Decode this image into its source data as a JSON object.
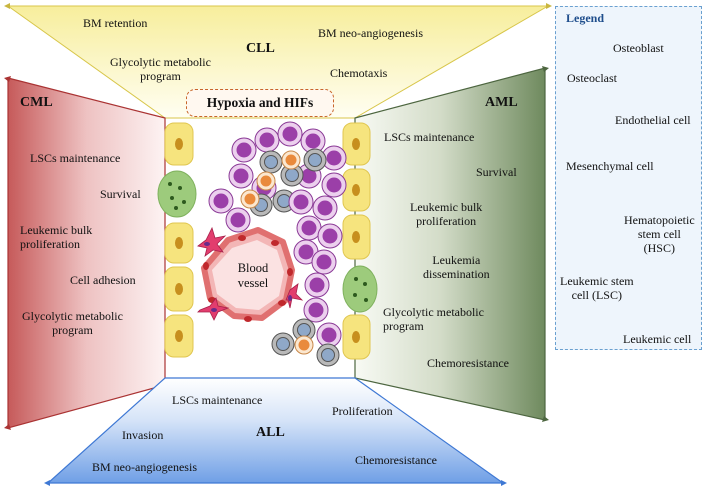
{
  "center": {
    "label": "Hypoxia and HIFs",
    "vessel": "Blood\nvessel"
  },
  "cll": {
    "title": "CLL",
    "items": [
      "BM retention",
      "BM neo-angiogenesis",
      "Glycolytic metabolic\nprogram",
      "Chemotaxis"
    ]
  },
  "cml": {
    "title": "CML",
    "items": [
      "LSCs maintenance",
      "Survival",
      "Leukemic bulk\nproliferation",
      "Cell adhesion",
      "Glycolytic metabolic\nprogram"
    ]
  },
  "aml": {
    "title": "AML",
    "items": [
      "LSCs maintenance",
      "Survival",
      "Leukemic bulk\nproliferation",
      "Leukemia\ndissemination",
      "Glycolytic metabolic\nprogram",
      "Chemoresistance"
    ]
  },
  "all": {
    "title": "ALL",
    "items": [
      "LSCs maintenance",
      "Proliferation",
      "Invasion",
      "BM neo-angiogenesis",
      "Chemoresistance"
    ]
  },
  "legend": {
    "title": "Legend",
    "items": [
      "Osteoblast",
      "Osteoclast",
      "Endothelial cell",
      "Mesenchymal cell",
      "Hematopoietic\nstem cell\n(HSC)",
      "Leukemic stem\ncell (LSC)",
      "Leukemic cell"
    ]
  },
  "colors": {
    "cll": "#f6ec9a",
    "cml": "#b84a4a",
    "aml": "#5e7a4e",
    "all": "#3e78d4",
    "osteoblast": "#f5e07a",
    "osteoclast": "#9ccc7e",
    "endothelial": "#e06060",
    "mesenchymal": "#e23d6e",
    "hsc": "#e98a3c",
    "lsc": "#8fa8c8",
    "leukemic": "#9b3fa8"
  }
}
